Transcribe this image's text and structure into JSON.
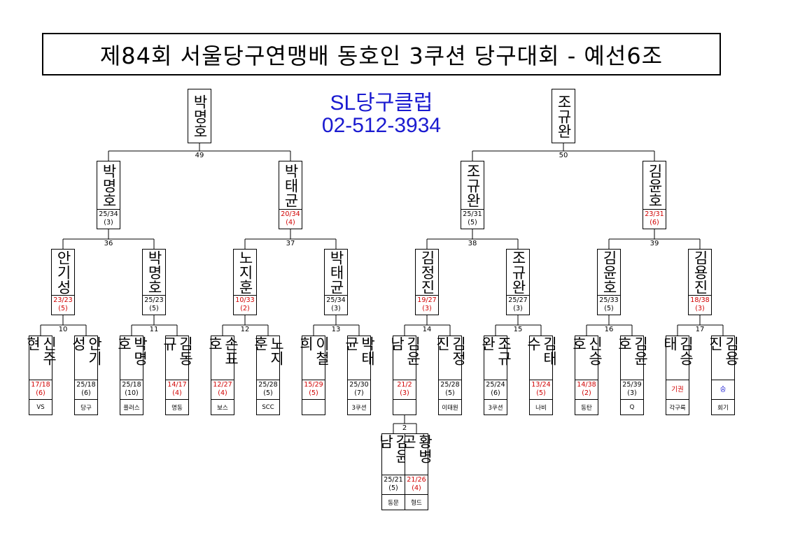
{
  "title": "제84회 서울당구연맹배 동호인 3쿠션 당구대회 - 예선6조",
  "sponsor": {
    "name": "SL당구클럽",
    "phone": "02-512-3934"
  },
  "winners": [
    {
      "name": "박명호",
      "match": "49"
    },
    {
      "name": "조규완",
      "match": "50"
    }
  ],
  "semis": [
    {
      "name": "박명호",
      "score": "25/34",
      "inn": "(3)",
      "red": false
    },
    {
      "name": "박태균",
      "score": "20/34",
      "inn": "(4)",
      "red": true
    },
    {
      "name": "조규완",
      "score": "25/31",
      "inn": "(5)",
      "red": false
    },
    {
      "name": "김윤호",
      "score": "23/31",
      "inn": "(6)",
      "red": true
    }
  ],
  "semi_matches": [
    "36",
    "37",
    "38",
    "39"
  ],
  "quarters": [
    {
      "name": "안기성",
      "score": "23/23",
      "inn": "(5)",
      "red": true
    },
    {
      "name": "박명호",
      "score": "25/23",
      "inn": "(5)",
      "red": false
    },
    {
      "name": "노지훈",
      "score": "10/33",
      "inn": "(2)",
      "red": true
    },
    {
      "name": "박태균",
      "score": "25/34",
      "inn": "(3)",
      "red": false
    },
    {
      "name": "김정진",
      "score": "19/27",
      "inn": "(3)",
      "red": true
    },
    {
      "name": "조규완",
      "score": "25/27",
      "inn": "(3)",
      "red": false
    },
    {
      "name": "김윤호",
      "score": "25/33",
      "inn": "(5)",
      "red": false
    },
    {
      "name": "김용진",
      "score": "18/38",
      "inn": "(3)",
      "red": true
    }
  ],
  "quarter_matches": [
    "10",
    "11",
    "12",
    "13",
    "14",
    "15",
    "16",
    "17"
  ],
  "first_round": [
    {
      "name": "신주현",
      "score": "17/18",
      "inn": "(6)",
      "red": true,
      "club": "VS"
    },
    {
      "name": "안기성",
      "score": "25/18",
      "inn": "(6)",
      "red": false,
      "club": "당구"
    },
    {
      "name": "박명호",
      "score": "25/18",
      "inn": "(10)",
      "red": false,
      "club": "플러스"
    },
    {
      "name": "김동규",
      "score": "14/17",
      "inn": "(4)",
      "red": true,
      "club": "명동"
    },
    {
      "name": "손표호",
      "score": "12/27",
      "inn": "(4)",
      "red": true,
      "club": "보스"
    },
    {
      "name": "노지훈",
      "score": "25/28",
      "inn": "(5)",
      "red": false,
      "club": "SCC"
    },
    {
      "name": "이철희",
      "score": "15/29",
      "inn": "(5)",
      "red": true,
      "club": ""
    },
    {
      "name": "박태균",
      "score": "25/30",
      "inn": "(7)",
      "red": false,
      "club": "3쿠션"
    },
    {
      "name": "김윤남",
      "score": "21/2",
      "inn": "(3)",
      "red": true,
      "club": ""
    },
    {
      "name": "김정진",
      "score": "25/28",
      "inn": "(5)",
      "red": false,
      "club": "이태원"
    },
    {
      "name": "조규완",
      "score": "25/24",
      "inn": "(6)",
      "red": false,
      "club": "3쿠션"
    },
    {
      "name": "김태수",
      "score": "13/24",
      "inn": "(5)",
      "red": true,
      "club": "나비"
    },
    {
      "name": "신승호",
      "score": "14/38",
      "inn": "(2)",
      "red": true,
      "club": "동탄"
    },
    {
      "name": "김윤호",
      "score": "25/39",
      "inn": "(3)",
      "red": false,
      "club": "Q"
    },
    {
      "name": "김승태",
      "score": "기권",
      "inn": "",
      "red": true,
      "club": "각구륵"
    },
    {
      "name": "김용진",
      "score": "승",
      "inn": "",
      "blue": true,
      "club": "회기"
    }
  ],
  "prelim": {
    "match": "2",
    "players": [
      {
        "name": "김윤남",
        "score": "25/21",
        "inn": "(5)",
        "red": false,
        "club": "동문"
      },
      {
        "name": "황병곤",
        "score": "21/26",
        "inn": "(4)",
        "red": true,
        "club": "형드"
      }
    ]
  }
}
